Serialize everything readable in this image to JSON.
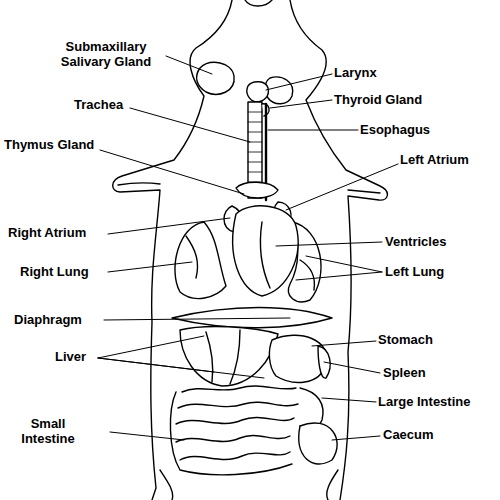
{
  "diagram": {
    "labels": [
      "Submaxillary Salivary Gland",
      "Larynx",
      "Trachea",
      "Thyroid Gland",
      "Esophagus",
      "Thymus Gland",
      "Left Atrium",
      "Right Atrium",
      "Ventricles",
      "Right Lung",
      "Left Lung",
      "Diaphragm",
      "Stomach",
      "Liver",
      "Spleen",
      "Large Intestine",
      "Small Intestine",
      "Caecum"
    ]
  }
}
